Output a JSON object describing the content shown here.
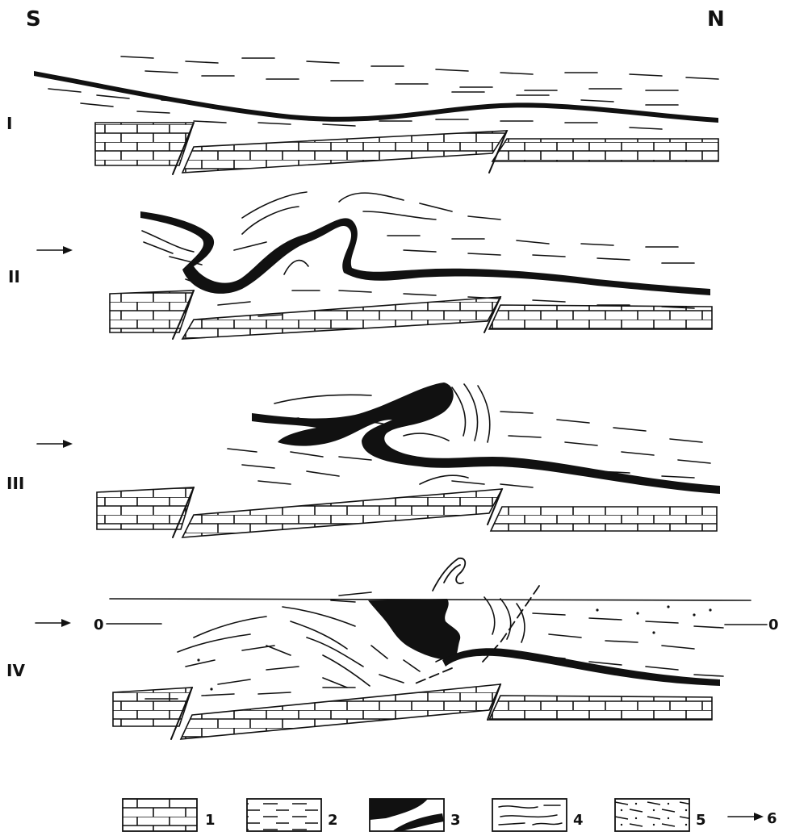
{
  "orientation": {
    "left": "S",
    "right": "N"
  },
  "stages": [
    {
      "label": "I",
      "arrow": false
    },
    {
      "label": "II",
      "arrow": true
    },
    {
      "label": "III",
      "arrow": true
    },
    {
      "label": "IV",
      "arrow": true,
      "level_left": "0",
      "level_right": "0"
    }
  ],
  "legend": [
    {
      "number": "1",
      "pattern": "limestone-brick"
    },
    {
      "number": "2",
      "pattern": "dashed-layers"
    },
    {
      "number": "3",
      "pattern": "black-layer"
    },
    {
      "number": "4",
      "pattern": "wavy-layers"
    },
    {
      "number": "5",
      "pattern": "dashed-dotted-layers"
    },
    {
      "number": "6",
      "pattern": "arrow"
    }
  ]
}
